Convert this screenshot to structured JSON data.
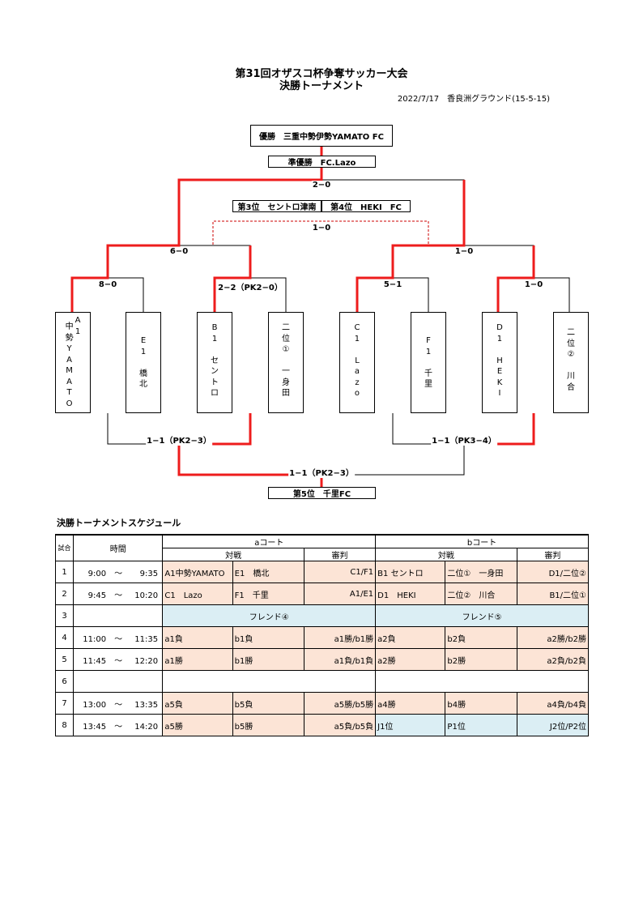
{
  "header": {
    "title_line1": "第31回オザスコ杯争奪サッカー大会",
    "title_line2": "決勝トーナメント",
    "date_venue": "2022/7/17　香良洲グラウンド(15-5-15)"
  },
  "bracket": {
    "champion": "優勝　三重中勢伊勢YAMATO FC",
    "runner_up": "準優勝　FC.Lazo",
    "third_place": "第3位　セントロ津南",
    "fourth_place": "第4位　HEKI　FC",
    "fifth_place": "第5位　千里FC",
    "scores": {
      "final": "2−0",
      "third_match": "1−0",
      "semi_left": "6−0",
      "semi_right": "1−0",
      "qf1": "8−0",
      "qf2": "2−2（PK2−0）",
      "qf3": "5−1",
      "qf4": "1−0",
      "lower_left": "1−1（PK2−3）",
      "lower_right": "1−1（PK3−4）",
      "lower_final": "1−1（PK2−3）"
    },
    "teams": [
      {
        "left_col": [
          "中",
          "勢",
          "Y",
          "A",
          "M",
          "A",
          "T",
          "O"
        ],
        "right_col": [
          "A",
          "1"
        ]
      },
      {
        "col": [
          "E",
          "1",
          "",
          "橋",
          "北"
        ]
      },
      {
        "col": [
          "B",
          "1",
          "",
          "セ",
          "ン",
          "ト",
          "ロ"
        ]
      },
      {
        "col": [
          "二",
          "位",
          "①",
          "",
          "一",
          "身",
          "田"
        ]
      },
      {
        "col": [
          "C",
          "1",
          "",
          "L",
          "a",
          "z",
          "o"
        ]
      },
      {
        "col": [
          "F",
          "1",
          "",
          "千",
          "里"
        ]
      },
      {
        "col": [
          "D",
          "1",
          "",
          "H",
          "E",
          "K",
          "I"
        ]
      },
      {
        "col": [
          "二",
          "位",
          "②",
          "",
          "川",
          "合"
        ]
      }
    ]
  },
  "schedule": {
    "title": "決勝トーナメントスケジュール",
    "head_match": "試合",
    "head_time": "時間",
    "court_a": "aコート",
    "court_b": "bコート",
    "taisen": "対戦",
    "shinpan": "審判",
    "tilde": "〜",
    "rows": [
      {
        "no": "1",
        "start": "9:00",
        "end": "9:35",
        "a1": "A1中勢YAMATO",
        "a2": "E1　橋北",
        "ar": "C1/F1",
        "b1": "B1 セントロ",
        "b2": "二位①　一身田",
        "br": "D1/二位②"
      },
      {
        "no": "2",
        "start": "9:45",
        "end": "10:20",
        "a1": "C1　Lazo",
        "a2": "F1　千里",
        "ar": "A1/E1",
        "b1": "D1　HEKI",
        "b2": "二位②　川合",
        "br": "B1/二位①"
      },
      {
        "no": "3",
        "friendly_a": "フレンド④",
        "friendly_b": "フレンド⑤"
      },
      {
        "no": "4",
        "start": "11:00",
        "end": "11:35",
        "a1": "a1負",
        "a2": "b1負",
        "ar": "a1勝/b1勝",
        "b1": "a2負",
        "b2": "b2負",
        "br": "a2勝/b2勝"
      },
      {
        "no": "5",
        "start": "11:45",
        "end": "12:20",
        "a1": "a1勝",
        "a2": "b1勝",
        "ar": "a1負/b1負",
        "b1": "a2勝",
        "b2": "b2勝",
        "br": "a2負/b2負"
      },
      {
        "no": "6"
      },
      {
        "no": "7",
        "start": "13:00",
        "end": "13:35",
        "a1": "a5負",
        "a2": "b5負",
        "ar": "a5勝/b5勝",
        "b1": "a4勝",
        "b2": "b4勝",
        "br": "a4負/b4負"
      },
      {
        "no": "8",
        "start": "13:45",
        "end": "14:20",
        "a1": "a5勝",
        "a2": "b5勝",
        "ar": "a5負/b5負",
        "b1": "J1位",
        "b2": "P1位",
        "br": "J2位/P2位"
      }
    ]
  },
  "colors": {
    "win_line": "#ee1c1c",
    "peach": "#fce4d6",
    "blue": "#dbeef4"
  }
}
